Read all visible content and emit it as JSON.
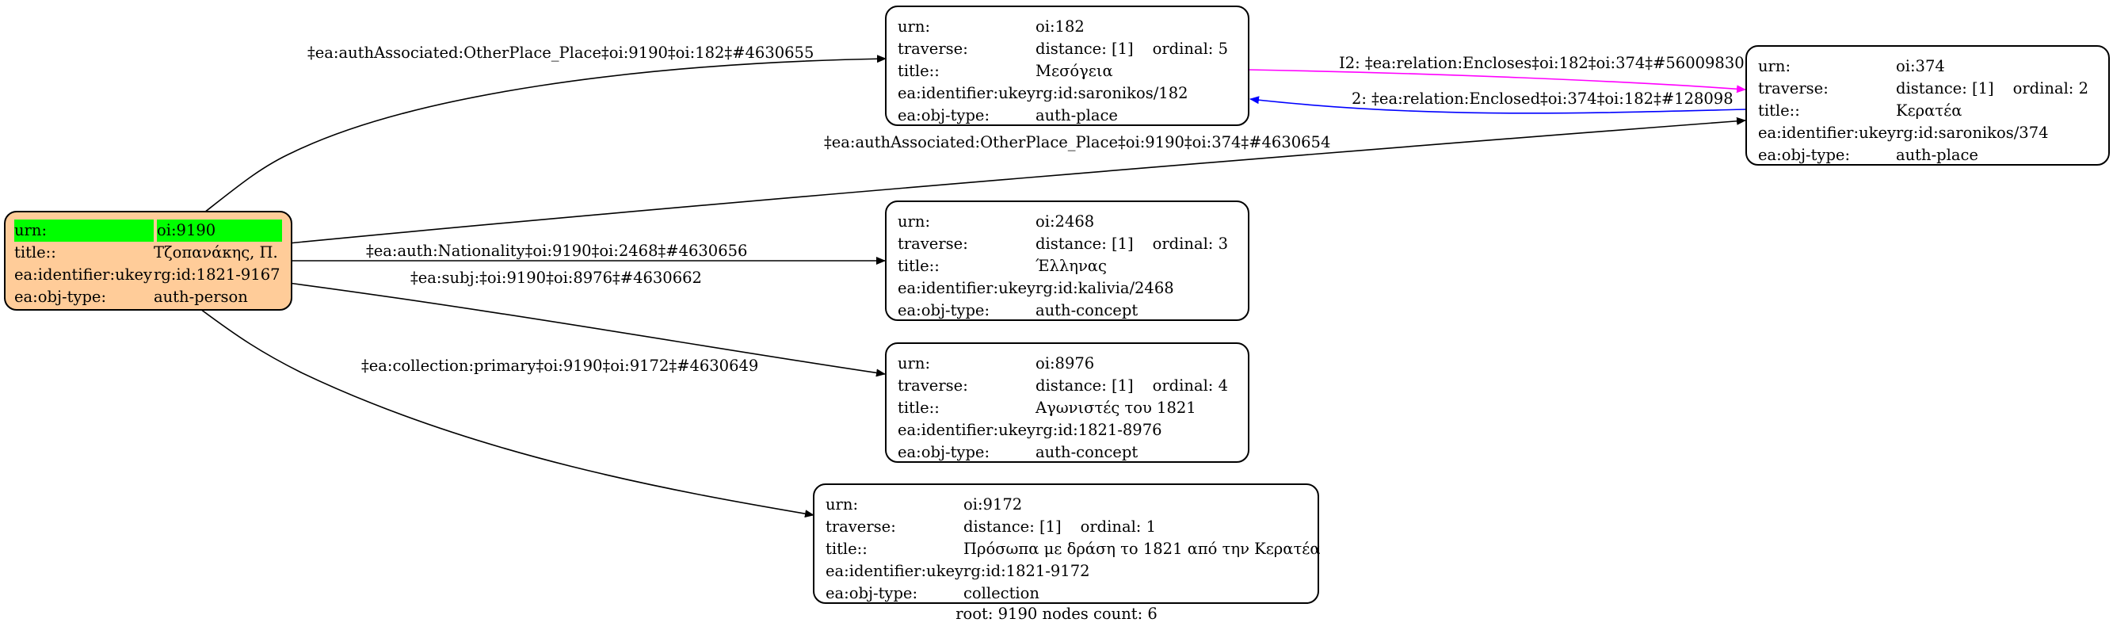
{
  "root_node": {
    "rows": [
      {
        "key": "urn:",
        "value": "oi:9190"
      },
      {
        "key": "title::",
        "value": "Τζοπανάκης, Π."
      },
      {
        "key": "ea:identifier:ukey",
        "value": "rg:id:1821-9167"
      },
      {
        "key": "ea:obj-type:",
        "value": "auth-person"
      }
    ]
  },
  "nodes": {
    "n182": {
      "urn": "oi:182",
      "traverse": "distance: [1]",
      "ordinal": "ordinal: 5",
      "title": "Μεσόγεια",
      "ukey": "rg:id:saronikos/182",
      "objtype": "auth-place"
    },
    "n374": {
      "urn": "oi:374",
      "traverse": "distance: [1]",
      "ordinal": "ordinal: 2",
      "title": "Κερατέα",
      "ukey": "rg:id:saronikos/374",
      "objtype": "auth-place"
    },
    "n2468": {
      "urn": "oi:2468",
      "traverse": "distance: [1]",
      "ordinal": "ordinal: 3",
      "title": "Έλληνας",
      "ukey": "rg:id:kalivia/2468",
      "objtype": "auth-concept"
    },
    "n8976": {
      "urn": "oi:8976",
      "traverse": "distance: [1]",
      "ordinal": "ordinal: 4",
      "title": "Αγωνιστές του 1821",
      "ukey": "rg:id:1821-8976",
      "objtype": "auth-concept"
    },
    "n9172": {
      "urn": "oi:9172",
      "traverse": "distance: [1]",
      "ordinal": "ordinal: 1",
      "title": "Πρόσωπα με δράση το 1821 από την Κερατέα",
      "ukey": "rg:id:1821-9172",
      "objtype": "collection"
    }
  },
  "field_keys": {
    "urn": "urn:",
    "traverse": "traverse:",
    "title": "title::",
    "ukey": "ea:identifier:ukey",
    "objtype": "ea:obj-type:"
  },
  "edges": {
    "to_182": "‡ea:authAssociated:OtherPlace_Place‡oi:9190‡oi:182‡#4630655",
    "to_374": "‡ea:authAssociated:OtherPlace_Place‡oi:9190‡oi:374‡#4630654",
    "to_2468": "‡ea:auth:Nationality‡oi:9190‡oi:2468‡#4630656",
    "to_8976": "‡ea:subj:‡oi:9190‡oi:8976‡#4630662",
    "to_9172": "‡ea:collection:primary‡oi:9190‡oi:9172‡#4630649",
    "encloses": "I2: ‡ea:relation:Encloses‡oi:182‡oi:374‡#56009830",
    "enclosed": "2: ‡ea:relation:Enclosed‡oi:374‡oi:182‡#128098"
  },
  "colors": {
    "edge_default": "#000000",
    "edge_encloses": "#ff00ff",
    "edge_enclosed": "#0000ff",
    "root_fill": "#ffcc99",
    "root_highlight": "#00ff00"
  },
  "footer": "root: 9190 nodes count: 6"
}
